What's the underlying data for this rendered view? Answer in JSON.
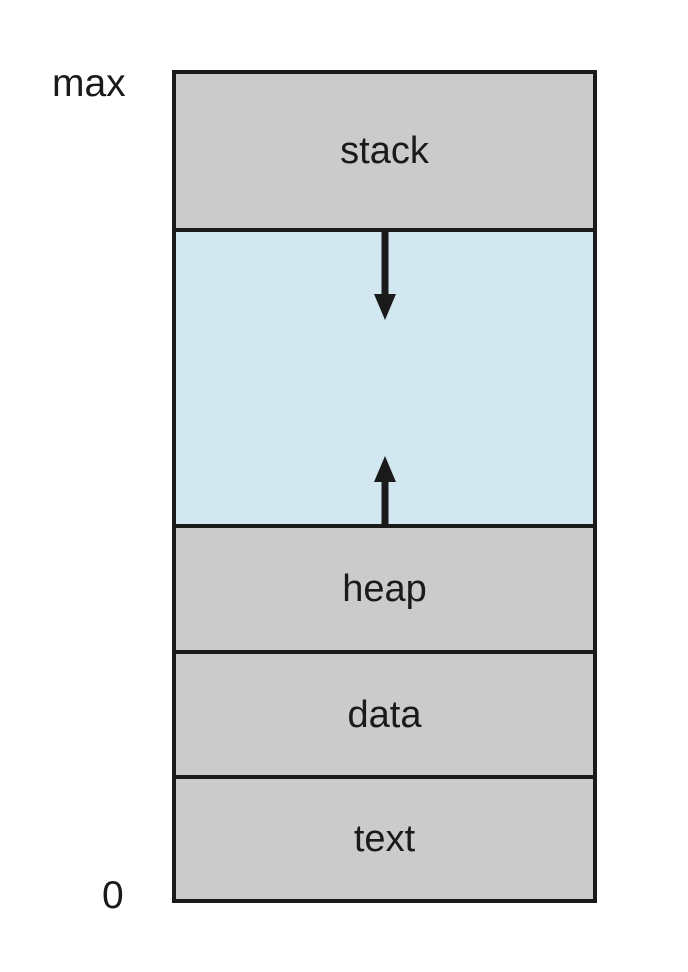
{
  "diagram": {
    "axis": {
      "top": "max",
      "bottom": "0"
    },
    "segments": [
      {
        "id": "stack",
        "label": "stack",
        "fill": "segment-fill"
      },
      {
        "id": "free-space",
        "label": "",
        "fill": "free-space-fill"
      },
      {
        "id": "heap",
        "label": "heap",
        "fill": "segment-fill"
      },
      {
        "id": "data",
        "label": "data",
        "fill": "segment-fill"
      },
      {
        "id": "text",
        "label": "text",
        "fill": "segment-fill"
      }
    ],
    "icons": {
      "arrow_down": "arrow-down-icon",
      "arrow_up": "arrow-up-icon"
    }
  },
  "colors": {
    "background": "#ffffff",
    "segment_fill": "#cbcbcb",
    "free_space_fill": "#d3e7f1",
    "border": "#1a1a1a",
    "label_text": "#1a1a1a"
  }
}
